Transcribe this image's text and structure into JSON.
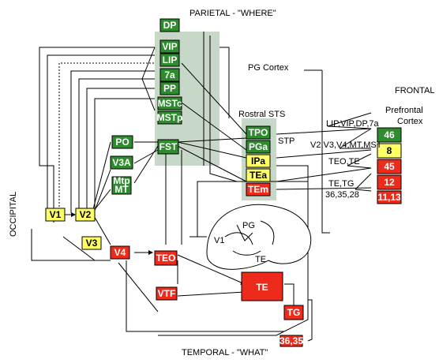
{
  "colors": {
    "green": "#2e8b2e",
    "yellow": "#ffff66",
    "red": "#ee2a1a",
    "panel": "#c8d8c8",
    "line": "#000000"
  },
  "headings": {
    "parietal": "PARIETAL - \"WHERE\"",
    "temporal": "TEMPORAL - \"WHAT\"",
    "occipital": "OCCIPITAL",
    "frontal": "FRONTAL",
    "prefrontal_line1": "Prefrontal",
    "prefrontal_line2": "Cortex",
    "pg_cortex": "PG Cortex",
    "rostral_sts": "Rostral STS",
    "stp": "STP"
  },
  "areas": {
    "dp": "DP",
    "vip": "VIP",
    "lip": "LIP",
    "a7": "7a",
    "pp": "PP",
    "mstc": "MSTc",
    "mstp": "MSTp",
    "po": "PO",
    "fst": "FST",
    "v3a": "V3A",
    "mtp": "Mtp",
    "mt": "MT",
    "v1": "V1",
    "v2": "V2",
    "v3": "V3",
    "v4": "V4",
    "teo": "TEO",
    "vtf": "VTF",
    "te": "TE",
    "tg": "TG",
    "a3635": "36,35",
    "tpo": "TPO",
    "pga": "PGa",
    "ipa": "IPa",
    "tea": "TEa",
    "tem": "TEm",
    "f46": "46",
    "f8": "8",
    "f45": "45",
    "f12": "12",
    "f1113": "11,13"
  },
  "connections": {
    "lip_vip": "LIP,VIP,DP,7a",
    "v2_mst": "V2,V3,V4,MT,MST",
    "teo_te": "TEO,TE",
    "te_tg": "TE,TG",
    "a36": "36,35,28"
  },
  "brain": {
    "pg": "PG",
    "v1": "V1",
    "te": "TE"
  }
}
